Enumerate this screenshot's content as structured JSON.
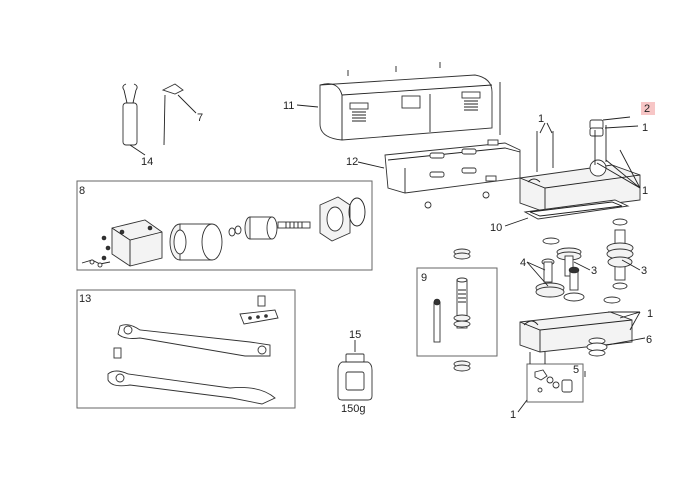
{
  "labels": {
    "l1a": "1",
    "l1b": "1",
    "l1c": "1",
    "l1d": "1",
    "l1e": "1",
    "l2": "2",
    "l3a": "3",
    "l3b": "3",
    "l4": "4",
    "l5": "5",
    "l6": "6",
    "l7": "7",
    "l8": "8",
    "l9": "9",
    "l10": "10",
    "l11": "11",
    "l12": "12",
    "l13": "13",
    "l14": "14",
    "l15": "15"
  },
  "grease_weight": "150g",
  "colors": {
    "highlight": "#f7c6c6",
    "line": "#222222"
  }
}
